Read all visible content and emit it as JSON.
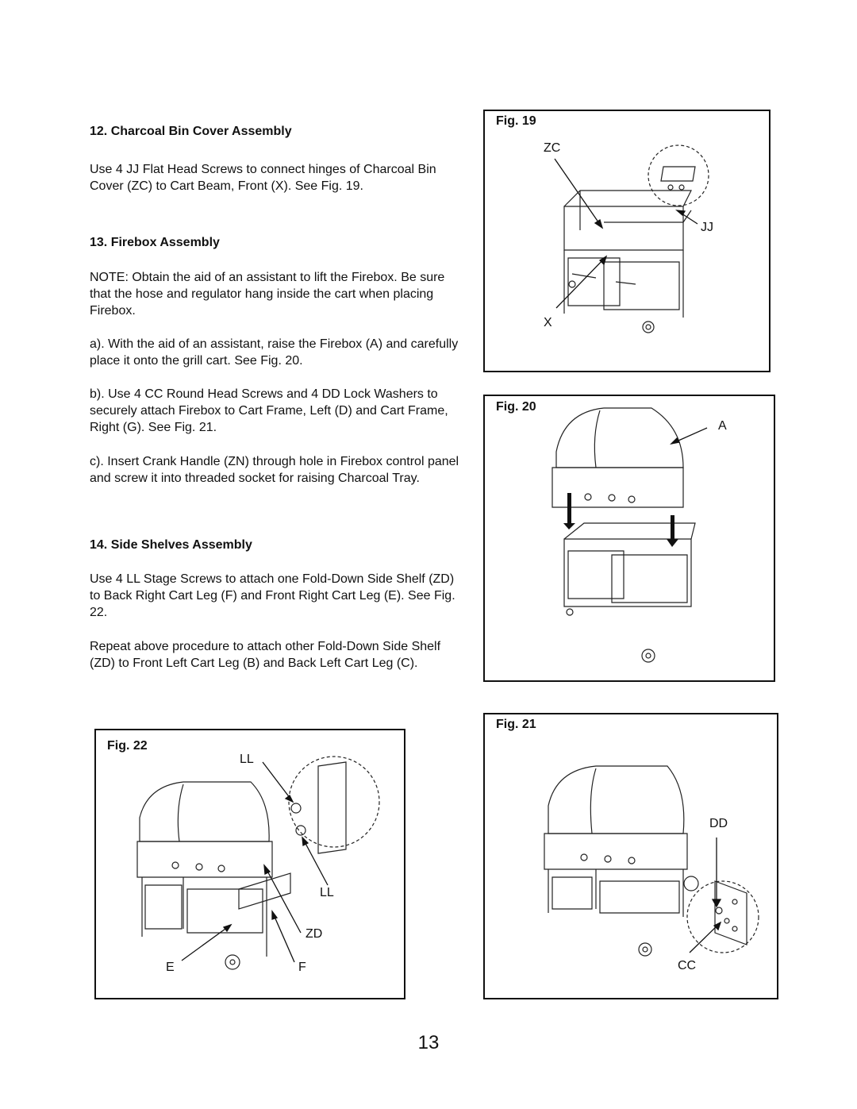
{
  "sections": [
    {
      "title": "12. Charcoal Bin Cover Assembly",
      "paragraphs": [
        "Use 4 JJ Flat Head Screws to connect hinges of Charcoal Bin Cover (ZC) to Cart Beam, Front (X). See Fig. 19."
      ]
    },
    {
      "title": "13. Firebox Assembly",
      "paragraphs": [
        "NOTE: Obtain the aid of an assistant to lift the Firebox. Be sure that the hose and regulator hang inside the cart when placing Firebox.",
        "a). With the aid of an assistant, raise the Firebox (A) and carefully place it onto the grill cart. See Fig. 20.",
        "b). Use 4 CC Round Head Screws and 4 DD Lock Washers to securely attach Firebox to Cart Frame, Left (D) and Cart Frame, Right (G). See Fig. 21.",
        "c). Insert Crank Handle (ZN) through hole in Firebox control panel and screw it into threaded socket for raising Charcoal Tray."
      ]
    },
    {
      "title": "14. Side Shelves Assembly",
      "paragraphs": [
        "Use 4 LL Stage Screws to attach one Fold-Down Side Shelf (ZD) to Back Right Cart Leg (F) and Front Right Cart Leg (E). See Fig. 22.",
        "Repeat above procedure to attach other Fold-Down Side Shelf (ZD) to Front Left Cart Leg (B) and Back Left Cart Leg (C)."
      ]
    }
  ],
  "figures": {
    "fig19": {
      "label": "Fig. 19",
      "callouts": [
        "ZC",
        "JJ",
        "X"
      ]
    },
    "fig20": {
      "label": "Fig. 20",
      "callouts": [
        "A"
      ]
    },
    "fig21": {
      "label": "Fig. 21",
      "callouts": [
        "DD",
        "CC"
      ]
    },
    "fig22": {
      "label": "Fig. 22",
      "callouts": [
        "LL",
        "LL",
        "ZD",
        "E",
        "F"
      ]
    }
  },
  "page_number": "13"
}
